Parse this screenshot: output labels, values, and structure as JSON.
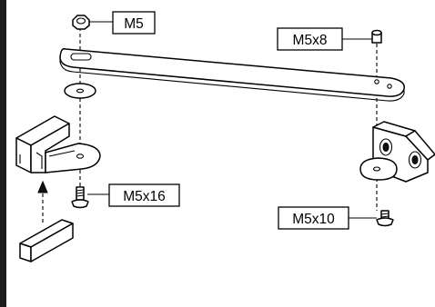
{
  "labels": {
    "nut": "M5",
    "pin": "M5x8",
    "screw_left": "M5x16",
    "screw_right": "M5x10"
  },
  "colors": {
    "frame_bar": "#1c1c1c",
    "line": "#000000",
    "background": "#ffffff"
  }
}
